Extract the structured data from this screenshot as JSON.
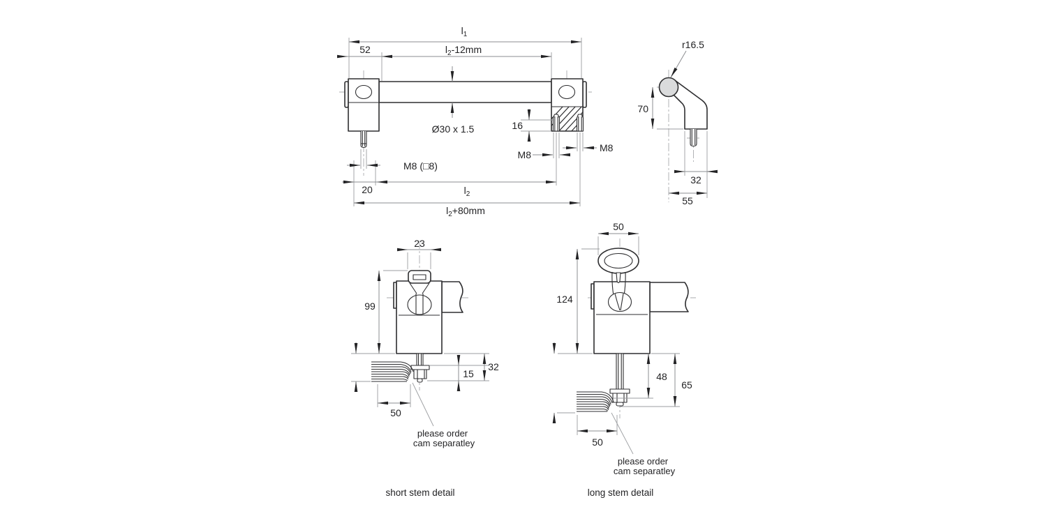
{
  "drawing": {
    "front": {
      "l1": {
        "main": "l",
        "sub": "1",
        "suffix": ""
      },
      "l2m12": {
        "main": "l",
        "sub": "2",
        "suffix": "-12mm"
      },
      "d52": "52",
      "tube": "Ø30 x 1.5",
      "d16": "16",
      "m8_left_stud": "M8",
      "m8_right_stud": "M8",
      "m8_square": "M8 (□8)",
      "d20": "20",
      "l2": {
        "main": "l",
        "sub": "2",
        "suffix": ""
      },
      "l2p80": {
        "main": "l",
        "sub": "2",
        "suffix": "+80mm"
      }
    },
    "side": {
      "radius": "r16.5",
      "d70": "70",
      "d32": "32",
      "d55": "55"
    },
    "short_stem": {
      "d23": "23",
      "d99": "99",
      "d15": "15",
      "d32": "32",
      "d50": "50",
      "note1": "please order",
      "note2": "cam separatley",
      "caption": "short stem detail"
    },
    "long_stem": {
      "d50_top": "50",
      "d124": "124",
      "d48": "48",
      "d65": "65",
      "d50_bottom": "50",
      "note1": "please order",
      "note2": "cam separatley",
      "caption": "long stem detail"
    }
  },
  "colors": {
    "object_line": "#2e2e30",
    "dimension_line": "#8b8d90",
    "center_line": "#a9abae",
    "arrow": "#232325",
    "text": "#232325",
    "fill_light": "#dadbdc",
    "background": "#ffffff"
  }
}
